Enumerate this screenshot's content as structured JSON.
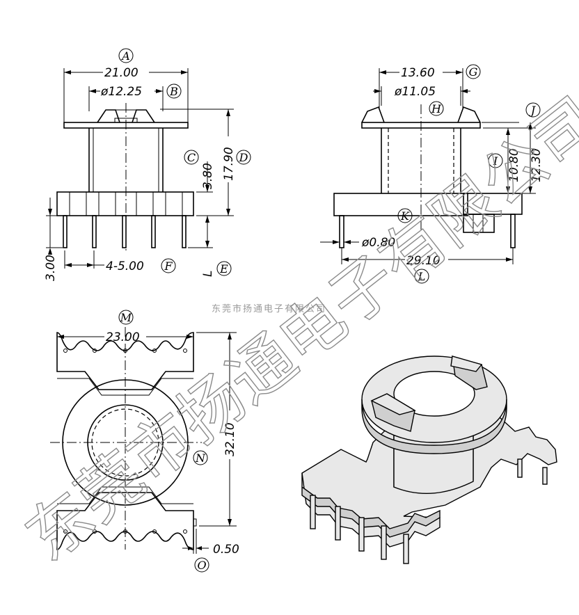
{
  "watermark": {
    "small_text": "东莞市扬通电子有限公司",
    "large_text": "东莞市扬通电子有限公司"
  },
  "labels": {
    "A": "A",
    "B": "B",
    "C": "C",
    "D": "D",
    "E": "E",
    "F": "F",
    "G": "G",
    "H": "H",
    "I": "I",
    "J": "J",
    "K": "K",
    "L": "L",
    "M": "M",
    "N": "N",
    "O": "O"
  },
  "dimensions": {
    "a_width": "21.00",
    "b_diameter": "ø12.25",
    "c_height": "3.80",
    "d_height": "17.90",
    "e_letter": "L",
    "f_pitch": "4-5.00",
    "pin_length": "3.00",
    "g_width": "13.60",
    "h_diameter": "ø11.05",
    "i_height": "10.80",
    "j_height": "12.30",
    "k_pin_diameter": "ø0.80",
    "l_width": "29.10",
    "m_width": "23.00",
    "n_height": "32.10",
    "o_thickness": "0.50"
  }
}
